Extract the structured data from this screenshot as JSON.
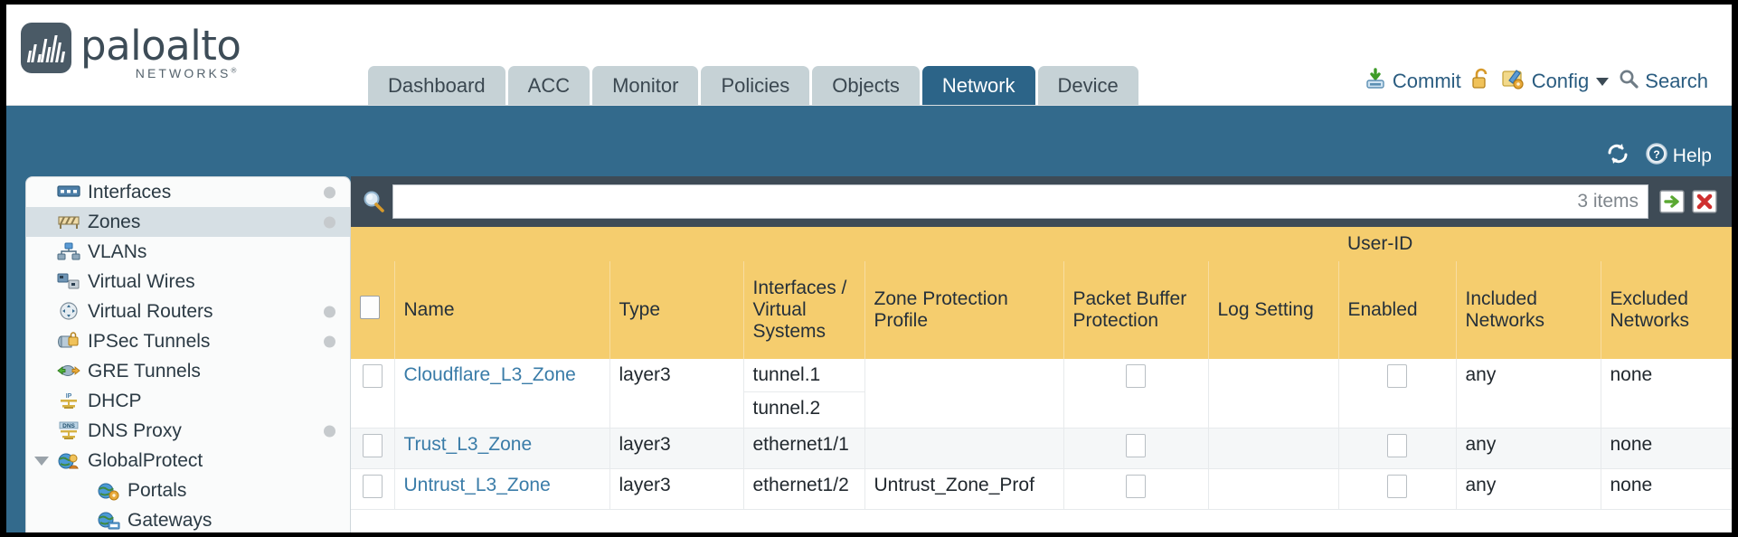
{
  "brand": {
    "name": "paloalto",
    "sub": "NETWORKS",
    "reg": "®"
  },
  "tabs": [
    {
      "label": "Dashboard",
      "active": false
    },
    {
      "label": "ACC",
      "active": false
    },
    {
      "label": "Monitor",
      "active": false
    },
    {
      "label": "Policies",
      "active": false
    },
    {
      "label": "Objects",
      "active": false
    },
    {
      "label": "Network",
      "active": true
    },
    {
      "label": "Device",
      "active": false
    }
  ],
  "header_actions": {
    "commit": "Commit",
    "lock": "",
    "config": "Config",
    "search": "Search"
  },
  "banner": {
    "refresh": "",
    "help": "Help"
  },
  "sidebar": {
    "items": [
      {
        "label": "Interfaces",
        "icon": "interfaces-icon",
        "selected": false,
        "dot": true,
        "child": false,
        "twisty": false
      },
      {
        "label": "Zones",
        "icon": "zones-icon",
        "selected": true,
        "dot": true,
        "child": false,
        "twisty": false
      },
      {
        "label": "VLANs",
        "icon": "vlans-icon",
        "selected": false,
        "dot": false,
        "child": false,
        "twisty": false
      },
      {
        "label": "Virtual Wires",
        "icon": "virtual-wires-icon",
        "selected": false,
        "dot": false,
        "child": false,
        "twisty": false
      },
      {
        "label": "Virtual Routers",
        "icon": "virtual-routers-icon",
        "selected": false,
        "dot": true,
        "child": false,
        "twisty": false
      },
      {
        "label": "IPSec Tunnels",
        "icon": "ipsec-tunnels-icon",
        "selected": false,
        "dot": true,
        "child": false,
        "twisty": false
      },
      {
        "label": "GRE Tunnels",
        "icon": "gre-tunnels-icon",
        "selected": false,
        "dot": false,
        "child": false,
        "twisty": false
      },
      {
        "label": "DHCP",
        "icon": "dhcp-icon",
        "selected": false,
        "dot": false,
        "child": false,
        "twisty": false
      },
      {
        "label": "DNS Proxy",
        "icon": "dns-proxy-icon",
        "selected": false,
        "dot": true,
        "child": false,
        "twisty": false
      },
      {
        "label": "GlobalProtect",
        "icon": "globalprotect-icon",
        "selected": false,
        "dot": false,
        "child": false,
        "twisty": true
      },
      {
        "label": "Portals",
        "icon": "portals-icon",
        "selected": false,
        "dot": false,
        "child": true,
        "twisty": false
      },
      {
        "label": "Gateways",
        "icon": "gateways-icon",
        "selected": false,
        "dot": false,
        "child": true,
        "twisty": false
      }
    ]
  },
  "search": {
    "value": "",
    "placeholder": "",
    "item_count": "3 items"
  },
  "table": {
    "group_header": "User-ID",
    "columns": [
      "Name",
      "Type",
      "Interfaces / Virtual Systems",
      "Zone Protection Profile",
      "Packet Buffer Protection",
      "Log Setting",
      "Enabled",
      "Included Networks",
      "Excluded Networks"
    ],
    "columns_multiline": {
      "interfaces": [
        "Interfaces /",
        "Virtual",
        "Systems"
      ],
      "zone_protection": [
        "Zone Protection",
        "Profile"
      ],
      "packet_buffer": [
        "Packet Buffer",
        "Protection"
      ],
      "log_setting": [
        "Log Setting"
      ],
      "enabled": [
        "Enabled"
      ],
      "included": [
        "Included",
        "Networks"
      ],
      "excluded": [
        "Excluded",
        "Networks"
      ]
    },
    "rows": [
      {
        "name": "Cloudflare_L3_Zone",
        "type": "layer3",
        "interfaces": [
          "tunnel.1",
          "tunnel.2"
        ],
        "zone_protection_profile": "",
        "packet_buffer_protection": false,
        "log_setting": "",
        "user_id_enabled": false,
        "included_networks": "any",
        "excluded_networks": "none"
      },
      {
        "name": "Trust_L3_Zone",
        "type": "layer3",
        "interfaces": [
          "ethernet1/1"
        ],
        "zone_protection_profile": "",
        "packet_buffer_protection": false,
        "log_setting": "",
        "user_id_enabled": false,
        "included_networks": "any",
        "excluded_networks": "none"
      },
      {
        "name": "Untrust_L3_Zone",
        "type": "layer3",
        "interfaces": [
          "ethernet1/2"
        ],
        "zone_protection_profile": "Untrust_Zone_Prof",
        "packet_buffer_protection": false,
        "log_setting": "",
        "user_id_enabled": false,
        "included_networks": "any",
        "excluded_networks": "none"
      }
    ]
  },
  "colors": {
    "banner_blue": "#336a8c",
    "tab_active": "#2c6488",
    "tab_inactive": "#c6d2d6",
    "header_yellow": "#f5cd6e",
    "group_header_gold": "#dfab2e",
    "searchbar_dark": "#3e4b56",
    "link_blue": "#3a7ca8"
  }
}
